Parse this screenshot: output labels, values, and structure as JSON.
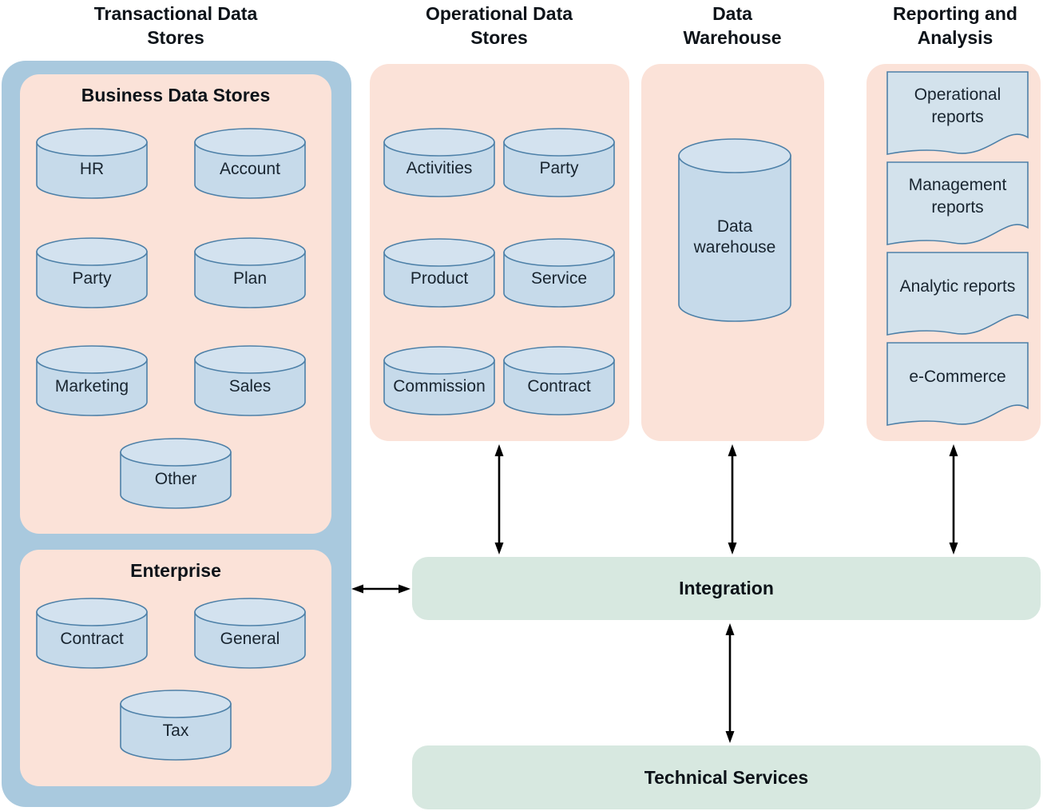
{
  "titles": {
    "transactional": "Transactional Data Stores",
    "operational": "Operational Data Stores",
    "warehouse": "Data Warehouse",
    "reporting": "Reporting and Analysis"
  },
  "transactional": {
    "business": {
      "heading": "Business Data Stores",
      "stores": [
        "HR",
        "Account",
        "Party",
        "Plan",
        "Marketing",
        "Sales",
        "Other"
      ]
    },
    "enterprise": {
      "heading": "Enterprise",
      "stores": [
        "Contract",
        "General",
        "Tax"
      ]
    }
  },
  "operational": {
    "stores": [
      "Activities",
      "Party",
      "Product",
      "Service",
      "Commission",
      "Contract"
    ]
  },
  "warehouse": {
    "store": "Data warehouse"
  },
  "reporting": {
    "documents": [
      "Operational reports",
      "Management reports",
      "Analytic reports",
      "e-Commerce"
    ]
  },
  "services": {
    "integration": "Integration",
    "technical": "Technical Services"
  },
  "colors": {
    "container_blue": "#a9c9de",
    "panel_pink": "#fbe2d8",
    "bar_green": "#d7e8e0",
    "shape_fill": "#c6daea",
    "shape_top_fill": "#d3e2ef",
    "shape_stroke": "#4d80a8",
    "arrow": "#000000",
    "text": "#0d1319"
  }
}
